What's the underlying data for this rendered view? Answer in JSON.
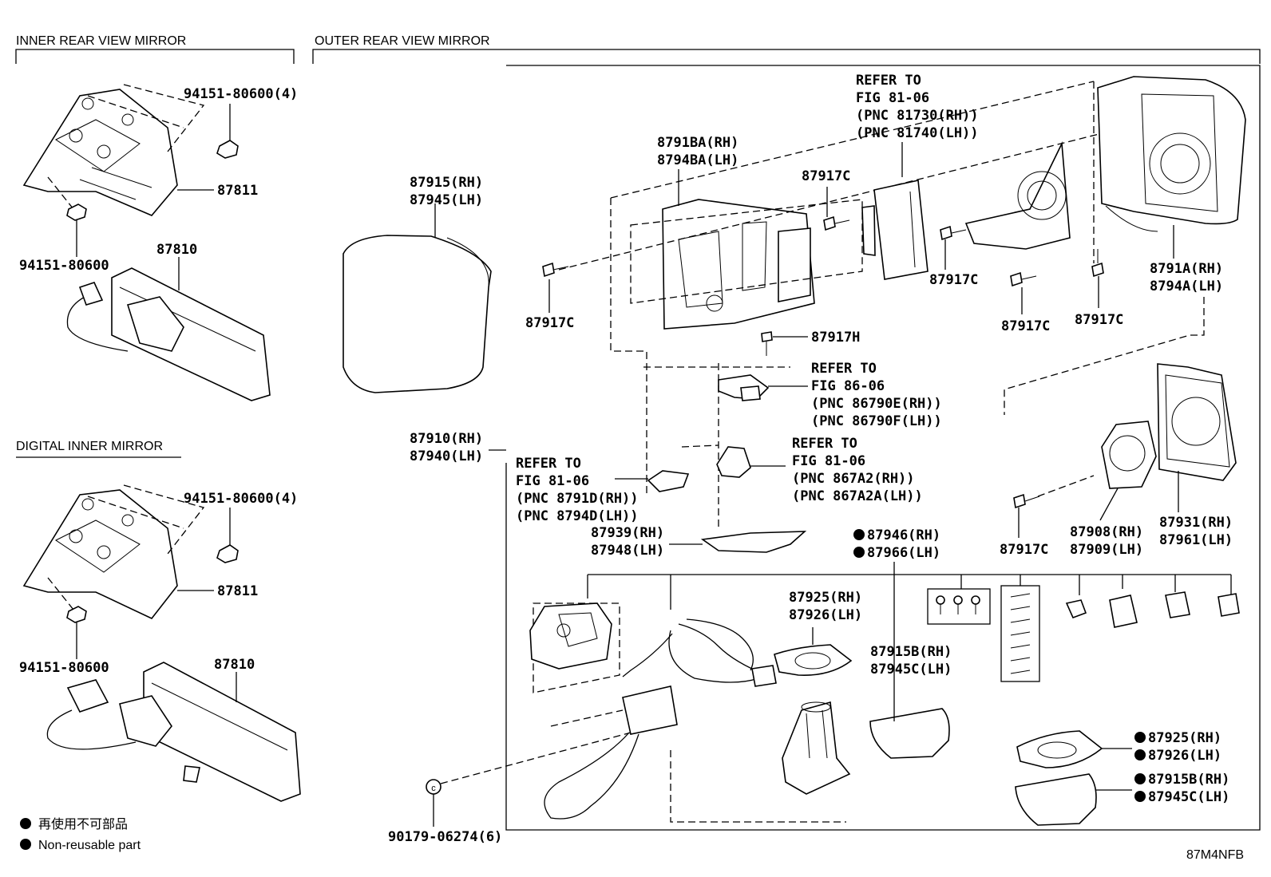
{
  "sections": {
    "inner": "INNER REAR VIEW MIRROR",
    "outer": "OUTER REAR VIEW MIRROR",
    "digital": "DIGITAL INNER MIRROR"
  },
  "labels": {
    "nut_4_top": "94151-80600(4)",
    "bracket_top": "87811",
    "nut_top": "94151-80600",
    "mirror_top": "87810",
    "nut_4_bot": "94151-80600(4)",
    "bracket_bot": "87811",
    "nut_bot": "94151-80600",
    "mirror_bot": "87810",
    "cover_rh": "87915(RH)",
    "cover_lh": "87945(LH)",
    "assy_rh": "87910(RH)",
    "assy_lh": "87940(LH)",
    "clip": "90179-06274(6)",
    "frame_rh": "8791BA(RH)",
    "frame_lh": "8794BA(LH)",
    "screw_a": "87917C",
    "screw_b": "87917C",
    "screw_c": "87917C",
    "screw_d": "87917C",
    "screw_e": "87917C",
    "screw_f": "87917C",
    "screw_h": "87917H",
    "refer1_a": "REFER TO",
    "refer1_b": "FIG 81-06",
    "refer1_c": "(PNC 81730(RH))",
    "refer1_d": "(PNC 81740(LH))",
    "housing_rh": "8791A(RH)",
    "housing_lh": "8794A(LH)",
    "refer2_a": "REFER TO",
    "refer2_b": "FIG 86-06",
    "refer2_c": "(PNC 86790E(RH))",
    "refer2_d": "(PNC 86790F(LH))",
    "refer3_a": "REFER TO",
    "refer3_b": "FIG 81-06",
    "refer3_c": "(PNC 867A2(RH))",
    "refer3_d": "(PNC 867A2A(LH))",
    "refer4_a": "REFER TO",
    "refer4_b": "FIG 81-06",
    "refer4_c": "(PNC 8791D(RH))",
    "refer4_d": "(PNC 8794D(LH))",
    "garnish_rh": "87939(RH)",
    "garnish_lh": "87948(LH)",
    "kit_rh": "87946(RH)",
    "kit_lh": "87966(LH)",
    "gasket_rh": "87925(RH)",
    "gasket_lh": "87926(LH)",
    "lower_rh": "87915B(RH)",
    "lower_lh": "87945C(LH)",
    "actuator_rh": "87908(RH)",
    "actuator_lh": "87909(LH)",
    "glass_rh": "87931(RH)",
    "glass_lh": "87961(LH)",
    "gasket2_rh": "87925(RH)",
    "gasket2_lh": "87926(LH)",
    "lower2_rh": "87915B(RH)",
    "lower2_lh": "87945C(LH)"
  },
  "legend": {
    "jp": "再使用不可部品",
    "en": "Non-reusable part"
  },
  "figure_code": "87M4NFB"
}
